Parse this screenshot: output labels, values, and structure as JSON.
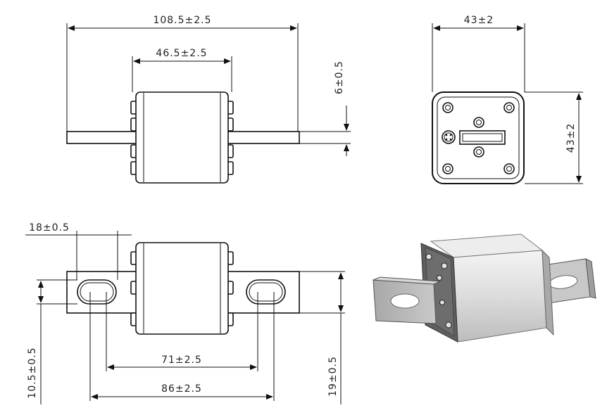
{
  "dimensions": {
    "overall_length": "108.5±2.5",
    "body_length": "46.5±2.5",
    "blade_thickness": "6±0.5",
    "end_width": "43±2",
    "end_height": "43±2",
    "slot_offset": "18±0.5",
    "slot_center_distance": "71±2.5",
    "slot_outer_distance": "86±2.5",
    "slot_width": "10.5±0.5",
    "blade_width": "19±0.5"
  },
  "views": [
    "front-view",
    "end-view",
    "top-view",
    "isometric-view"
  ]
}
